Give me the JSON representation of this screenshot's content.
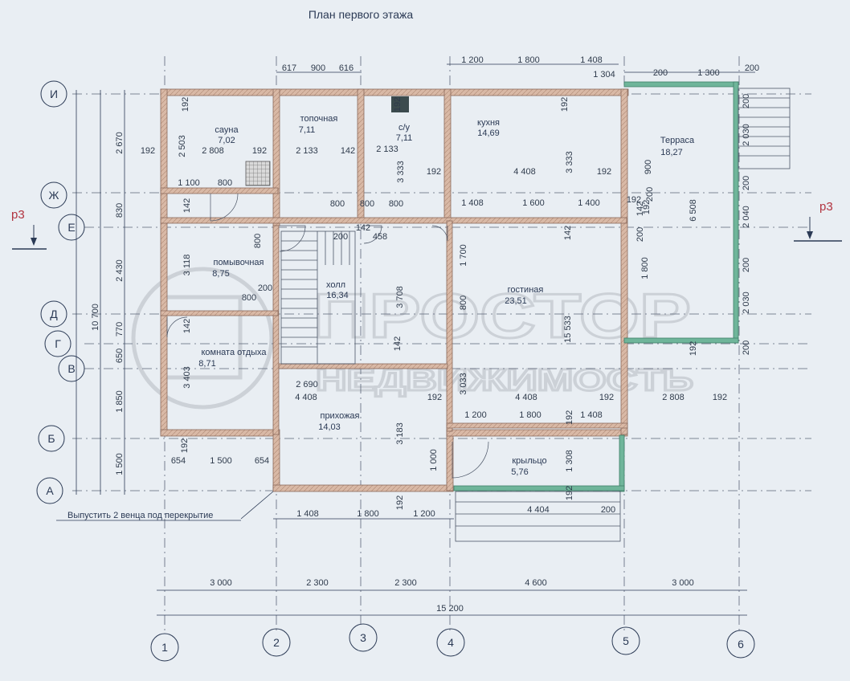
{
  "title": "План первого этажа",
  "section_mark": "р3",
  "watermark": {
    "line1": "ПРОСТОР",
    "line2": "НЕДВИЖИМОСТЬ"
  },
  "note": "Выпустить 2 венца под перекрытие",
  "rooms": {
    "sauna": {
      "name": "сауна",
      "area": "7,02"
    },
    "topochnaya": {
      "name": "топочная",
      "area": "7,11"
    },
    "su": {
      "name": "с/у",
      "area": "7,11"
    },
    "kitchen": {
      "name": "кухня",
      "area": "14,69"
    },
    "terrace": {
      "name": "Терраса",
      "area": "18,27"
    },
    "washroom": {
      "name": "помывочная",
      "area": "8,75"
    },
    "hall": {
      "name": "холл",
      "area": "16,34"
    },
    "living": {
      "name": "гостиная",
      "area": "23,51"
    },
    "rest": {
      "name": "комната отдыха",
      "area": "8,71"
    },
    "entry": {
      "name": "прихожая",
      "area": "14,03"
    },
    "porch": {
      "name": "крыльцо",
      "area": "5,76"
    }
  },
  "axes_letters": [
    "И",
    "Ж",
    "Е",
    "Д",
    "Г",
    "В",
    "Б",
    "А"
  ],
  "axes_numbers": [
    "1",
    "2",
    "3",
    "4",
    "5",
    "6"
  ],
  "dims": {
    "top1": [
      "617",
      "900",
      "616"
    ],
    "top2": [
      "1 200",
      "1 800",
      "1 408"
    ],
    "top2b": "1 304",
    "top3": [
      "200",
      "1 300",
      "200"
    ],
    "left_outer": "10 700",
    "left_inner": [
      "2 670",
      "830",
      "2 430",
      "770",
      "650",
      "1 850",
      "1 500"
    ],
    "bottom_row1": [
      "3 000",
      "2 300",
      "2 300",
      "4 600",
      "3 000"
    ],
    "bottom_total": "15 200",
    "bottom_row0": [
      "1 408",
      "1 800",
      "1 200"
    ],
    "porch_bottom": [
      "4 404",
      "200"
    ],
    "left_low": [
      "654",
      "1 500",
      "654"
    ],
    "terrace_right": [
      "200",
      "2 030",
      "200",
      "2 040",
      "200",
      "2 030",
      "200"
    ],
    "terrace_mid": [
      "900",
      "200",
      "142",
      "200",
      "1 800",
      "6 508",
      "192"
    ],
    "inner": {
      "a192": "192",
      "b192": "192",
      "c2503": "2 503",
      "c2808": "2 808",
      "c192b": "192",
      "c2133": "2 133",
      "c142": "142",
      "c2133b": "2 133",
      "c3333": "3 333",
      "c3333b": "3 333",
      "c192c": "192",
      "c4408": "4 408",
      "c192d": "192",
      "c1100": "1 100",
      "c800": "800",
      "c142b": "142",
      "c800b": "800",
      "c800c": "800",
      "c800d": "800",
      "c1408": "1 408",
      "c1600": "1 600",
      "c1400": "1 400",
      "c192e": "192",
      "c200": "200",
      "c142c": "142",
      "c458": "458",
      "c800e": "800",
      "c3118": "3 118",
      "c1700": "1 700",
      "c142d": "142",
      "c3708": "3 708",
      "c200b": "200",
      "c800f": "800",
      "c800g": "800",
      "c15533": "15 533",
      "c142e": "142",
      "c3403": "3 403",
      "c142f": "142",
      "c2690": "2 690",
      "c4408b": "4 408",
      "c192f": "192",
      "c3033": "3 033",
      "c4408c": "4 408",
      "c192g": "192",
      "c2808b": "2 808",
      "c192h": "192",
      "c1200": "1 200",
      "c1800": "1 800",
      "c192i": "192",
      "c1408b": "1 408",
      "c3183": "3 183",
      "c1000": "1 000",
      "c1308": "1 308",
      "c192j": "192",
      "c192k": "192",
      "c192l": "192",
      "c192m": "192",
      "c192n": "192",
      "c192o": "192"
    }
  },
  "colors": {
    "wall": "#d9b9a6",
    "wall_stroke": "#8a6a5c",
    "terrace": "#6fb59a",
    "ink": "#2b3a55",
    "red": "#b2333f",
    "bg": "#e9eef3"
  }
}
